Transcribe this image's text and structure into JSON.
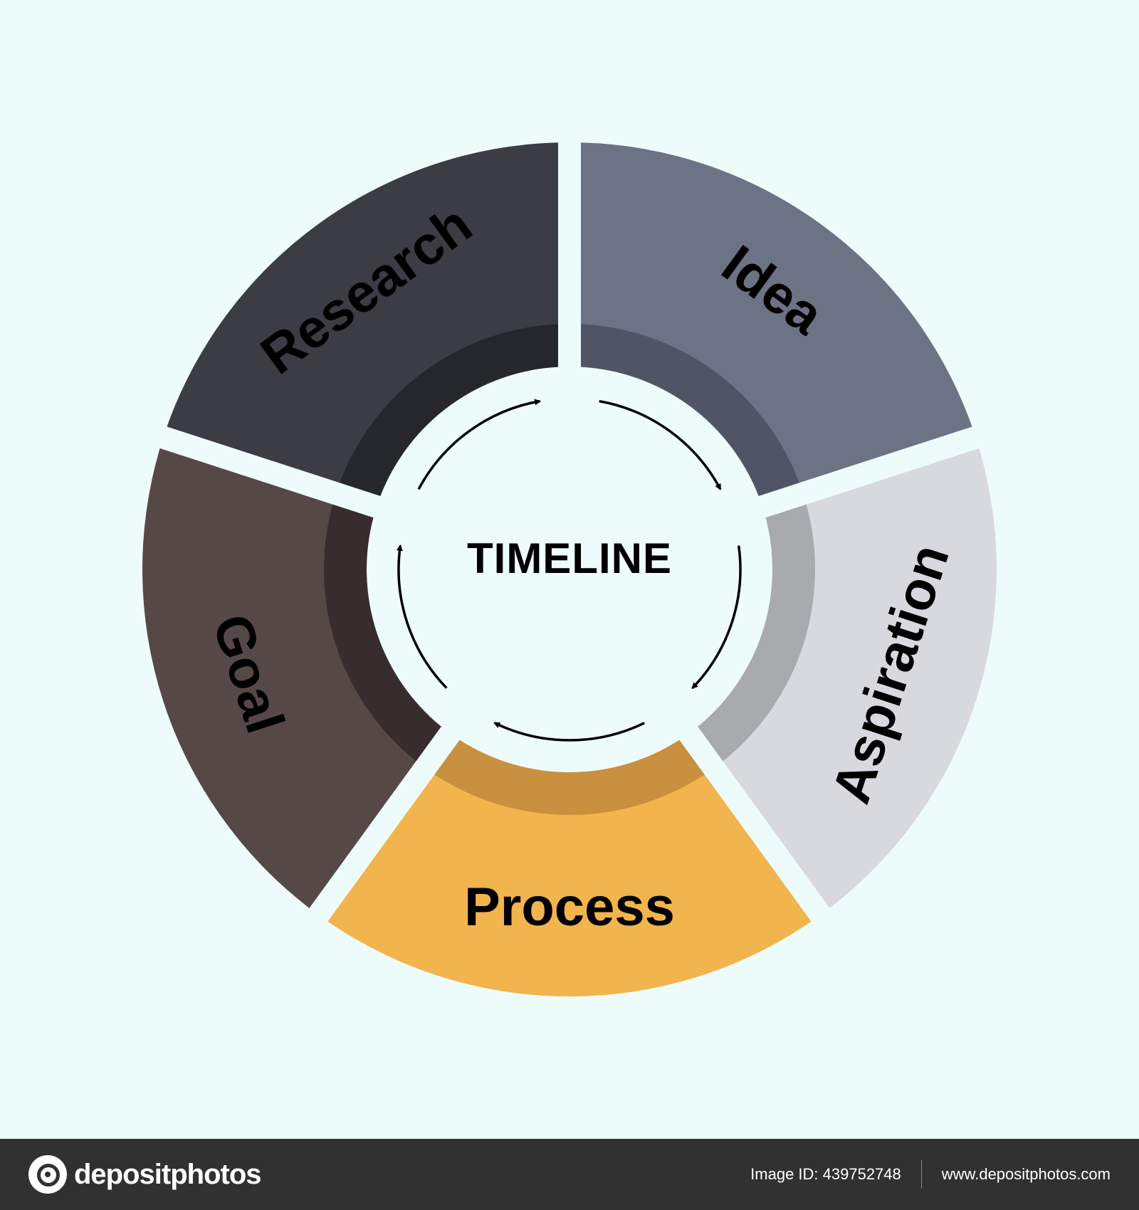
{
  "diagram": {
    "center_title": "TIMELINE",
    "segments": [
      {
        "label": "Research",
        "color": "#3b3c44",
        "inner_shade": "#26272c"
      },
      {
        "label": "Idea",
        "color": "#6b7385",
        "inner_shade": "#4f5565"
      },
      {
        "label": "Aspiration",
        "color": "#d8d9de",
        "inner_shade": "#a9aaae"
      },
      {
        "label": "Process",
        "color": "#f2b44c",
        "inner_shade": "#c8903f"
      },
      {
        "label": "Goal",
        "color": "#574848",
        "inner_shade": "#382c2e"
      }
    ],
    "watermark": "depositphotos"
  },
  "footer": {
    "brand": "depositphotos",
    "image_id": "Image ID: 439752748",
    "url": "www.depositphotos.com"
  }
}
